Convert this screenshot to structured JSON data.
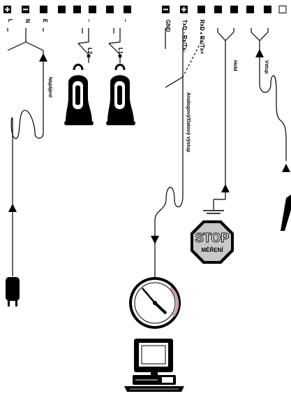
{
  "colors": {
    "ink": "#000000",
    "stop_fill": "#c8c8c8",
    "stop_text": "#ffffff",
    "paper": "#ffffff"
  },
  "terminals_left": {
    "labels": [
      "L",
      "N",
      "E"
    ],
    "switch_labels": [
      "L2",
      "L1"
    ],
    "dash_labels": [
      "–",
      "–"
    ]
  },
  "power": {
    "label": "Napájení"
  },
  "terminals_right": {
    "minus_label": "GND",
    "plus_label": "TxD - Rx/Tx-",
    "third_label": "RxD - Rx/Tx+"
  },
  "analog": {
    "label": "Analogový/Datový výstup"
  },
  "hold": {
    "label": "Hold"
  },
  "input": {
    "label": "Vstup"
  },
  "stop": {
    "title": "STOP",
    "subtitle": "MĚŘENÍ"
  },
  "icons": [
    "plus-terminal-icon",
    "minus-terminal-icon",
    "horn-icon",
    "plug-icon",
    "gauge-icon",
    "computer-icon",
    "ground-icon",
    "sensor-probe-icon",
    "stop-sign-icon"
  ]
}
